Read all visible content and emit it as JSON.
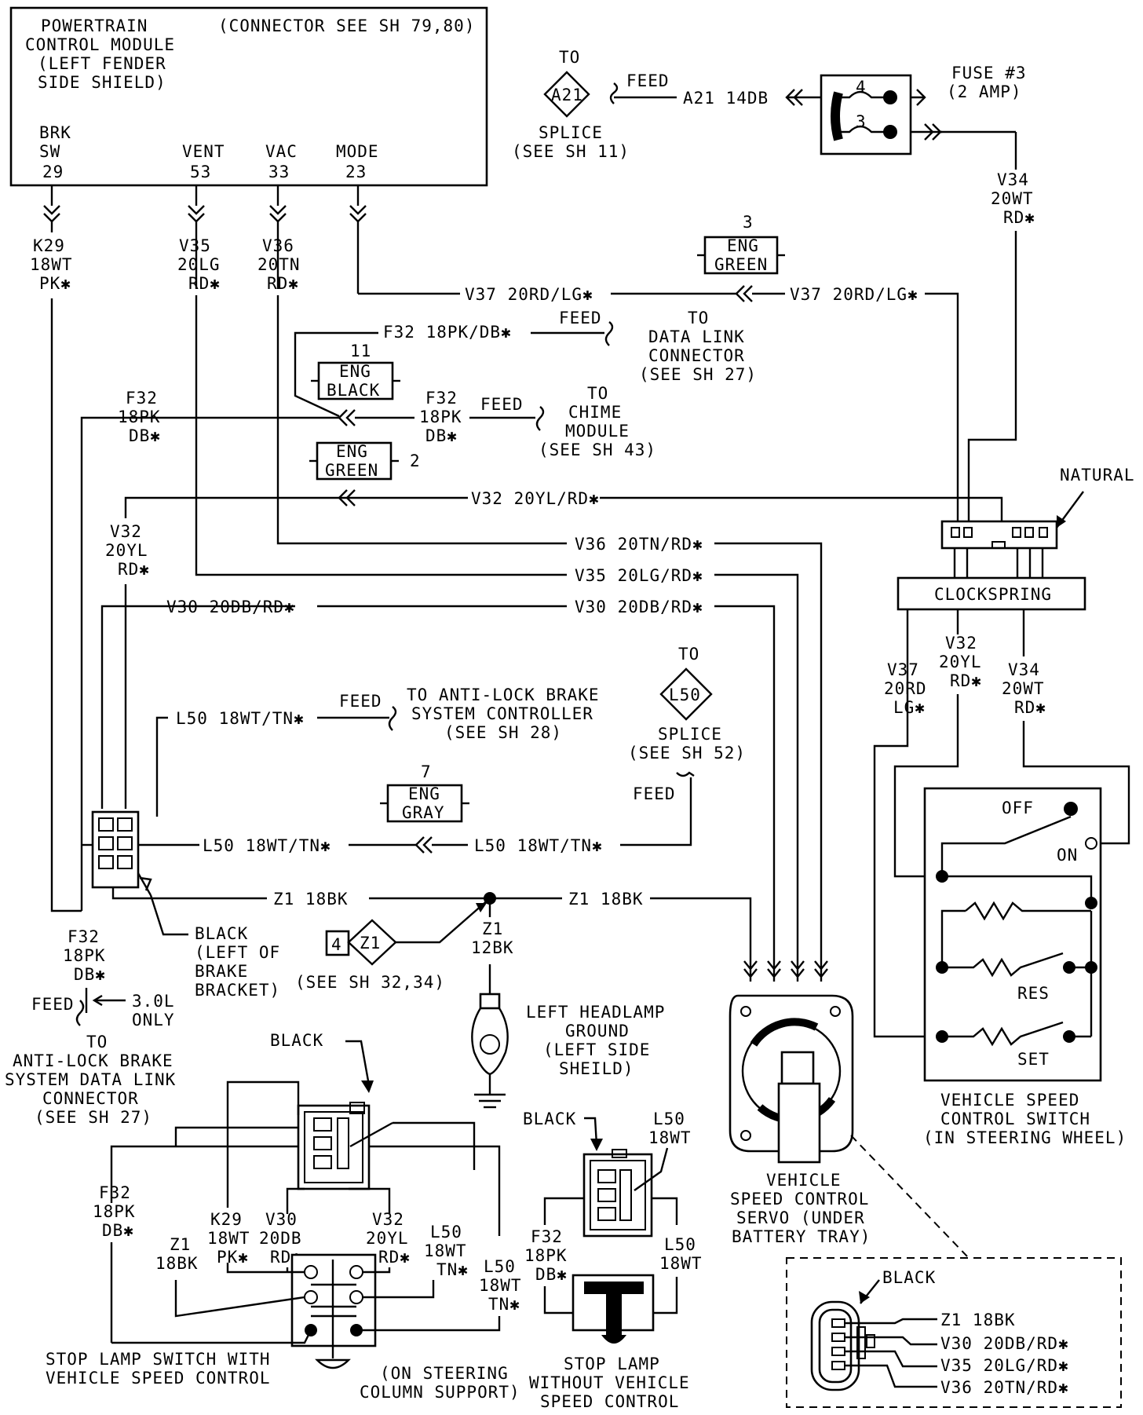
{
  "pcm": {
    "title_lines": [
      "POWERTRAIN",
      "CONTROL MODULE",
      "(LEFT FENDER",
      "SIDE SHIELD)"
    ],
    "connector_ref": "(CONNECTOR SEE SH 79,80)",
    "pins": [
      {
        "name": "BRK",
        "name2": "SW",
        "num": "29"
      },
      {
        "name": "VENT",
        "num": "53"
      },
      {
        "name": "VAC",
        "num": "33"
      },
      {
        "name": "MODE",
        "num": "23"
      }
    ]
  },
  "top_wires": {
    "k29": [
      "K29",
      "18WT",
      "PK✱"
    ],
    "v35": [
      "V35",
      "20LG",
      "RD✱"
    ],
    "v36": [
      "V36",
      "20TN",
      "RD✱"
    ]
  },
  "splice_a21": {
    "to": "TO",
    "code": "A21",
    "lines": [
      "SPLICE",
      "(SEE SH 11)"
    ],
    "feed": "FEED",
    "wire": "A21 14DB"
  },
  "fuse": {
    "lines": [
      "FUSE #3",
      "(2 AMP)"
    ],
    "pin4": "4",
    "pin3": "3"
  },
  "v34_top": [
    "V34",
    "20WT",
    "RD✱"
  ],
  "connectors": {
    "eng_green_3": {
      "num": "3",
      "lines": [
        "ENG",
        "GREEN"
      ]
    },
    "eng_black_11": {
      "num": "11",
      "lines": [
        "ENG",
        "BLACK"
      ]
    },
    "eng_green_2": {
      "num": "2",
      "lines": [
        "ENG",
        "GREEN"
      ]
    },
    "eng_gray_7": {
      "num": "7",
      "lines": [
        "ENG",
        "GRAY"
      ]
    }
  },
  "wires": {
    "v37_left": "V37 20RD/LG✱",
    "v37_right": "V37 20RD/LG✱",
    "f32_dlc": "F32 18PK/DB✱",
    "f32_left": [
      "F32",
      "18PK",
      "DB✱"
    ],
    "f32_mid": [
      "F32",
      "18PK",
      "DB✱"
    ],
    "v32_main": "V32 20YL/RD✱",
    "v32_left": [
      "V32",
      "20YL",
      "RD✱"
    ],
    "v36_main": "V36 20TN/RD✱",
    "v35_main": "V35 20LG/RD✱",
    "v30_left": "V30 20DB/RD✱",
    "v30_right": "V30 20DB/RD✱",
    "l50_top": "L50 18WT/TN✱",
    "l50_left": "L50 18WT/TN✱",
    "l50_right": "L50 18WT/TN✱",
    "z1_left": "Z1 18BK",
    "z1_right": "Z1 18BK",
    "z1_down": [
      "Z1",
      "12BK"
    ],
    "f32_bottom": [
      "F32",
      "18PK",
      "DB✱"
    ]
  },
  "feeds": {
    "feed": "FEED"
  },
  "dlc": [
    "TO",
    "DATA LINK",
    "CONNECTOR",
    "(SEE SH 27)"
  ],
  "chime": [
    "TO",
    "CHIME",
    "MODULE",
    "(SEE SH 43)"
  ],
  "abs_ctrl": [
    "TO ANTI-LOCK BRAKE",
    "SYSTEM CONTROLLER",
    "(SEE SH 28)"
  ],
  "splice_l50": {
    "to": "TO",
    "code": "L50",
    "lines": [
      "SPLICE",
      "(SEE SH 52)"
    ]
  },
  "natural": "NATURAL",
  "clockspring": "CLOCKSPRING",
  "cs_wires": {
    "v37": [
      "V37",
      "20RD",
      "LG✱"
    ],
    "v32": [
      "V32",
      "20YL",
      "RD✱"
    ],
    "v34": [
      "V34",
      "20WT",
      "RD✱"
    ]
  },
  "switch": {
    "off": "OFF",
    "on": "ON",
    "res": "RES",
    "set": "SET",
    "caption": [
      "VEHICLE SPEED",
      "CONTROL SWITCH",
      "(IN STEERING WHEEL)"
    ]
  },
  "black_conn": [
    "BLACK",
    "(LEFT OF",
    "BRAKE",
    "BRACKET)"
  ],
  "feed_30": {
    "feed": "FEED",
    "note": [
      "3.0L",
      "ONLY"
    ]
  },
  "abs_dlc": [
    "TO",
    "ANTI-LOCK BRAKE",
    "SYSTEM DATA LINK",
    "CONNECTOR",
    "(SEE SH 27)"
  ],
  "z1_splice": {
    "num": "4",
    "code": "Z1",
    "ref": "(SEE SH 32,34)"
  },
  "headlamp": [
    "LEFT HEADLAMP",
    "GROUND",
    "(LEFT SIDE",
    "SHEILD)"
  ],
  "stop_switch": {
    "black": "BLACK",
    "f32": [
      "F32",
      "18PK",
      "DB✱"
    ],
    "k29": [
      "K29",
      "18WT",
      "PK✱"
    ],
    "v30": [
      "V30",
      "20DB",
      "RD✱"
    ],
    "v32": [
      "V32",
      "20YL",
      "RD✱"
    ],
    "l50a": [
      "L50",
      "18WT",
      "TN✱"
    ],
    "l50b": [
      "L50",
      "18WT",
      "TN✱"
    ],
    "z1": [
      "Z1",
      "18BK"
    ],
    "caption": [
      "STOP LAMP SWITCH WITH",
      "VEHICLE SPEED CONTROL"
    ],
    "mount": [
      "(ON STEERING",
      "COLUMN SUPPORT)"
    ]
  },
  "stop_lamp": {
    "black": "BLACK",
    "l50a": [
      "L50",
      "18WT"
    ],
    "f32": [
      "F32",
      "18PK",
      "DB✱"
    ],
    "l50b": [
      "L50",
      "18WT"
    ],
    "caption": [
      "STOP LAMP",
      "WITHOUT VEHICLE",
      "SPEED CONTROL"
    ]
  },
  "servo": {
    "caption": [
      "VEHICLE",
      "SPEED CONTROL",
      "SERVO (UNDER",
      "BATTERY TRAY)"
    ]
  },
  "servo_conn": {
    "black": "BLACK",
    "pins": [
      "Z1 18BK",
      "V30 20DB/RD✱",
      "V35 20LG/RD✱",
      "V36 20TN/RD✱"
    ]
  }
}
